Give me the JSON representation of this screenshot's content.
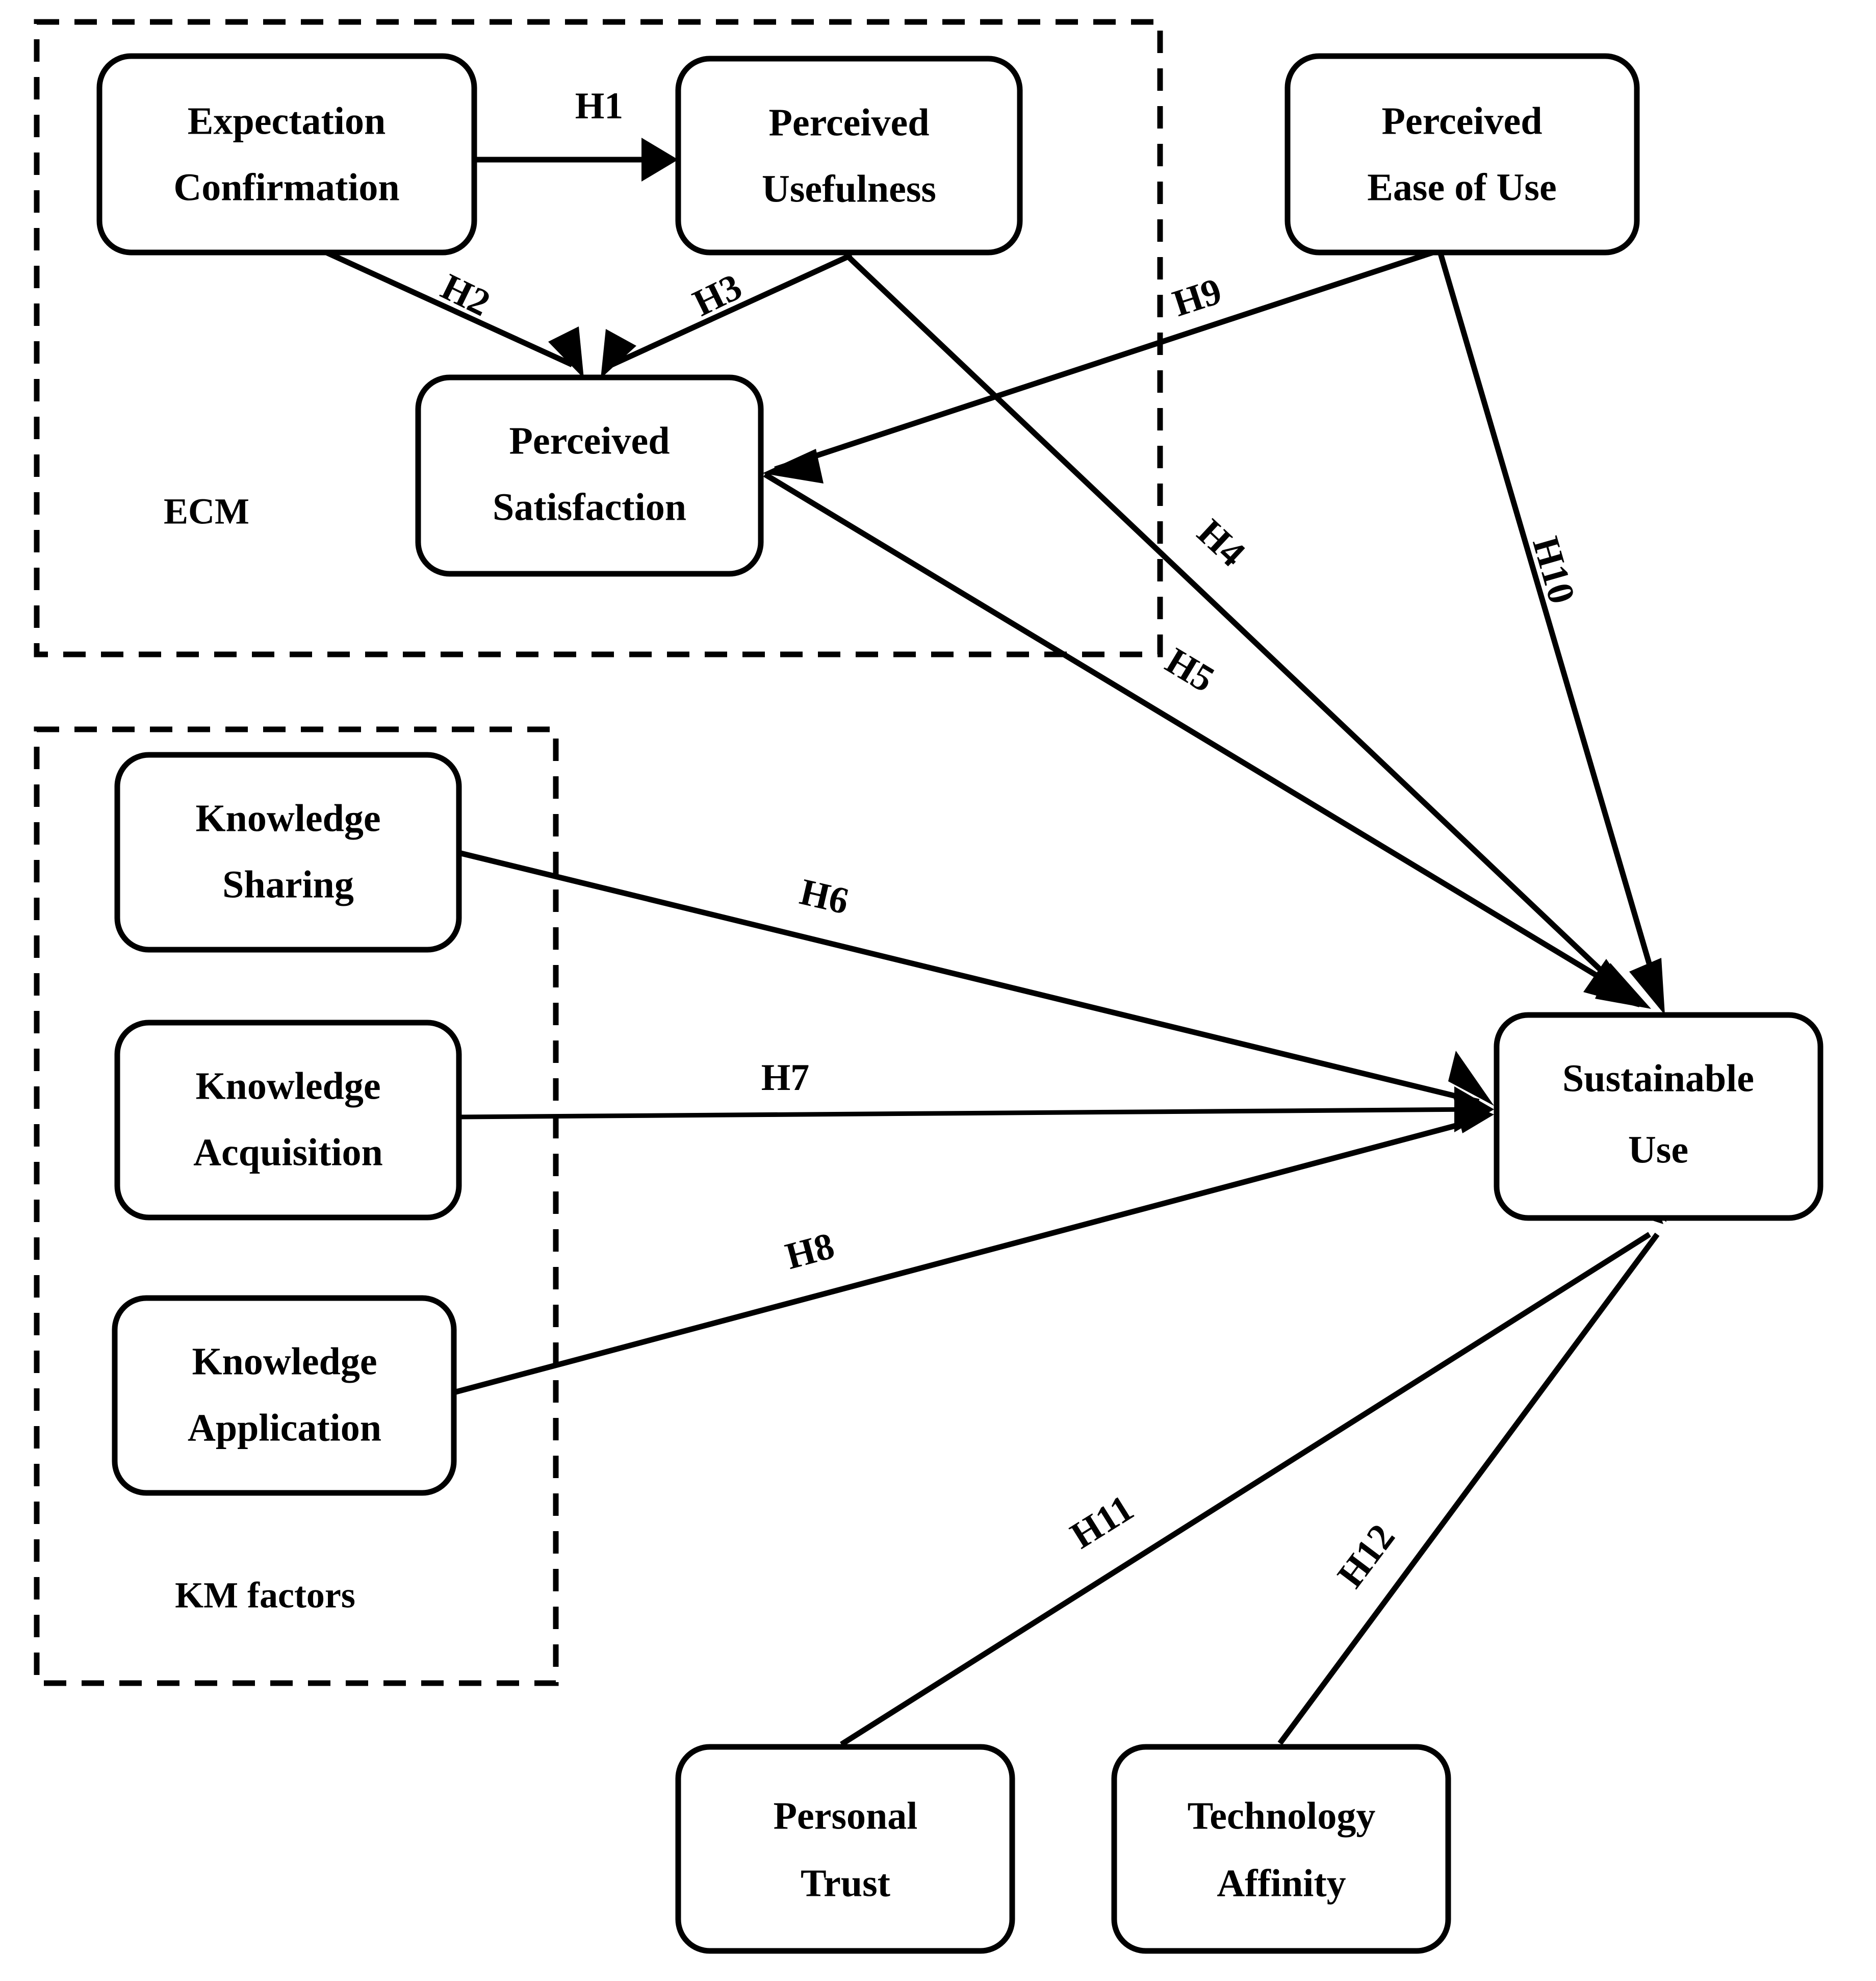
{
  "diagram": {
    "type": "research-model",
    "groups": [
      {
        "id": "ecm",
        "label": "ECM"
      },
      {
        "id": "km",
        "label": "KM factors"
      }
    ],
    "nodes": [
      {
        "id": "expectation_confirmation",
        "line1": "Expectation",
        "line2": "Confirmation",
        "group": "ecm"
      },
      {
        "id": "perceived_usefulness",
        "line1": "Perceived",
        "line2": "Usefulness",
        "group": "ecm"
      },
      {
        "id": "perceived_satisfaction",
        "line1": "Perceived",
        "line2": "Satisfaction",
        "group": "ecm"
      },
      {
        "id": "perceived_ease_of_use",
        "line1": "Perceived",
        "line2": "Ease of Use",
        "group": null
      },
      {
        "id": "knowledge_sharing",
        "line1": "Knowledge",
        "line2": "Sharing",
        "group": "km"
      },
      {
        "id": "knowledge_acquisition",
        "line1": "Knowledge",
        "line2": "Acquisition",
        "group": "km"
      },
      {
        "id": "knowledge_application",
        "line1": "Knowledge",
        "line2": "Application",
        "group": "km"
      },
      {
        "id": "sustainable_use",
        "line1": "Sustainable",
        "line2": "Use",
        "group": null
      },
      {
        "id": "personal_trust",
        "line1": "Personal",
        "line2": "Trust",
        "group": null
      },
      {
        "id": "technology_affinity",
        "line1": "Technology",
        "line2": "Affinity",
        "group": null
      }
    ],
    "edges": [
      {
        "id": "h1",
        "label": "H1",
        "from": "expectation_confirmation",
        "to": "perceived_usefulness"
      },
      {
        "id": "h2",
        "label": "H2",
        "from": "expectation_confirmation",
        "to": "perceived_satisfaction"
      },
      {
        "id": "h3",
        "label": "H3",
        "from": "perceived_usefulness",
        "to": "perceived_satisfaction"
      },
      {
        "id": "h4",
        "label": "H4",
        "from": "perceived_usefulness",
        "to": "sustainable_use"
      },
      {
        "id": "h5",
        "label": "H5",
        "from": "perceived_satisfaction",
        "to": "sustainable_use"
      },
      {
        "id": "h6",
        "label": "H6",
        "from": "knowledge_sharing",
        "to": "sustainable_use"
      },
      {
        "id": "h7",
        "label": "H7",
        "from": "knowledge_acquisition",
        "to": "sustainable_use"
      },
      {
        "id": "h8",
        "label": "H8",
        "from": "knowledge_application",
        "to": "sustainable_use"
      },
      {
        "id": "h9",
        "label": "H9",
        "from": "perceived_ease_of_use",
        "to": "perceived_satisfaction"
      },
      {
        "id": "h10",
        "label": "H10",
        "from": "perceived_ease_of_use",
        "to": "sustainable_use"
      },
      {
        "id": "h11",
        "label": "H11",
        "from": "personal_trust",
        "to": "sustainable_use"
      },
      {
        "id": "h12",
        "label": "H12",
        "from": "technology_affinity",
        "to": "sustainable_use"
      }
    ],
    "colors": {
      "stroke": "#000000",
      "fill": "#ffffff"
    }
  }
}
